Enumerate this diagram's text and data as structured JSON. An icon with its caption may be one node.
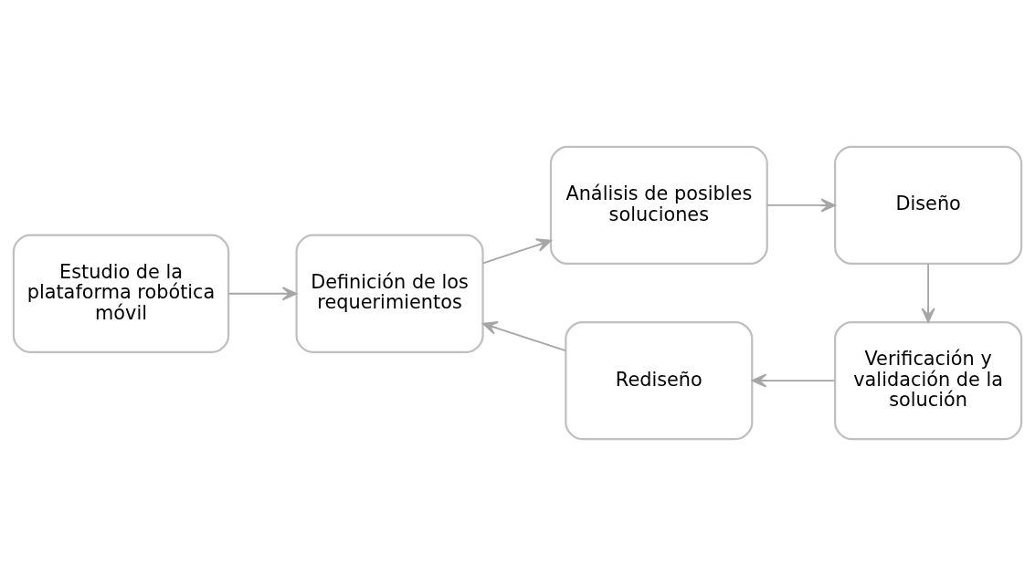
{
  "diagram": {
    "nodes": [
      {
        "text": [
          "Estudio de la plataforma robótica móvil"
        ]
      },
      {
        "text": [
          "Definición de los requerimientos"
        ]
      },
      {
        "text": [
          "Análisis de posibles soluciones"
        ]
      },
      {
        "text": [
          "Diseño"
        ]
      },
      {
        "text": [
          "Verificación y validación de la solución"
        ]
      },
      {
        "text": [
          "Rediseño"
        ]
      }
    ],
    "edges": [
      {
        "from": 0,
        "to": 1,
        "arrow": "to"
      },
      {
        "from": 1,
        "to": 2,
        "arrow": "to"
      },
      {
        "from": 2,
        "to": 3,
        "arrow": "to"
      },
      {
        "from": 3,
        "to": 4,
        "arrow": "to"
      },
      {
        "from": 4,
        "to": 5,
        "arrow": "to"
      },
      {
        "from": 5,
        "to": 1,
        "arrow": "to"
      }
    ]
  }
}
